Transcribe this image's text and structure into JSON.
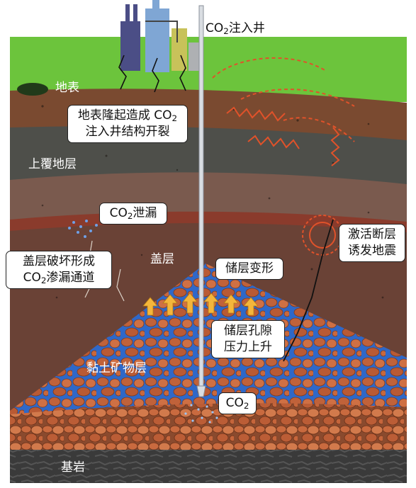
{
  "labels": {
    "well": {
      "pre": "CO",
      "sub": "2",
      "post": "注入井"
    },
    "surface": "地表",
    "uplift_line1": {
      "pre": "地表隆起造成 CO",
      "sub": "2",
      "post": ""
    },
    "uplift_line2": "注入井结构开裂",
    "overburden": "上覆地层",
    "leak": {
      "pre": "CO",
      "sub": "2",
      "post": "泄漏"
    },
    "caprock": "盖层",
    "fault_line1": "激活断层",
    "fault_line2": "诱发地震",
    "reservoir_deform": "储层变形",
    "cap_fail_line1": "盖层破坏形成",
    "cap_fail_line2": {
      "pre": "CO",
      "sub": "2",
      "post": "渗漏通道"
    },
    "pore_line1": "储层孔隙",
    "pore_line2": "压力上升",
    "clay": "黏土矿物层",
    "co2": {
      "pre": "CO",
      "sub": "2",
      "post": ""
    },
    "bedrock": "基岩"
  },
  "colors": {
    "surface_green": "#6cc43c",
    "soil_top": "#7a4a30",
    "overburden_grey": "#4e4f4a",
    "caprock_brown": "#6a4236",
    "reservoir_blue": "#2f68c8",
    "pebble": "#c0623a",
    "bedrock": "#3d3d3d",
    "seismic_red": "#e0522a",
    "arrow_yellow": "#f4b63b"
  }
}
